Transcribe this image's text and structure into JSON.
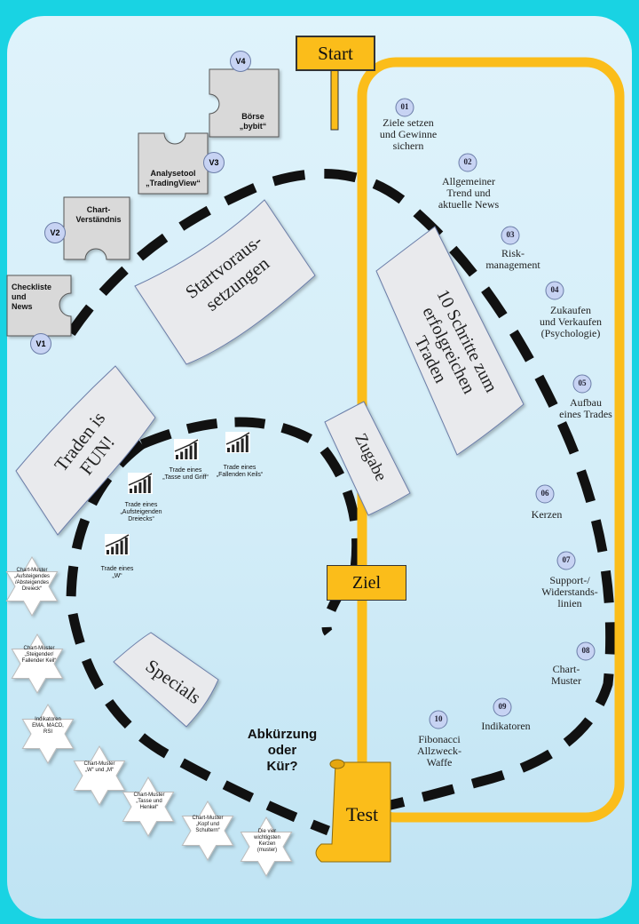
{
  "start_label": "Start",
  "ziel_label": "Ziel",
  "test_label": "Test",
  "shortcut": {
    "line1": "Abkürzung",
    "line2": "oder",
    "line3": "Kür?"
  },
  "banners": {
    "start": {
      "line1": "Startvoraus-",
      "line2": "setzungen"
    },
    "steps": {
      "line1": "10 Schritte zum",
      "line2": "erfolgreichen",
      "line3": "Traden"
    },
    "fun": {
      "line1": "Traden is",
      "line2": "FUN!"
    },
    "zugabe": "Zugabe",
    "specials": "Specials"
  },
  "puzzles": {
    "v4": {
      "badge": "V4",
      "line1": "Börse",
      "line2": "„bybit“"
    },
    "v3": {
      "badge": "V3",
      "line1": "Analysetool",
      "line2": "„TradingView“"
    },
    "v2": {
      "badge": "V2",
      "line1": "Chart-",
      "line2": "Verständnis"
    },
    "v1": {
      "badge": "V1",
      "line1": "Checkliste",
      "line2": "und",
      "line3": "News"
    }
  },
  "steps": [
    {
      "num": "01",
      "l1": "Ziele setzen",
      "l2": "und Gewinne",
      "l3": "sichern"
    },
    {
      "num": "02",
      "l1": "Allgemeiner",
      "l2": "Trend und",
      "l3": "aktuelle News"
    },
    {
      "num": "03",
      "l1": "Risk-",
      "l2": "management"
    },
    {
      "num": "04",
      "l1": "Zukaufen",
      "l2": "und Verkaufen",
      "l3": "(Psychologie)"
    },
    {
      "num": "05",
      "l1": "Aufbau",
      "l2": "eines Trades"
    },
    {
      "num": "06",
      "l1": "Kerzen"
    },
    {
      "num": "07",
      "l1": "Support-/",
      "l2": "Widerstands-",
      "l3": "linien"
    },
    {
      "num": "08",
      "l1": "Chart-",
      "l2": "Muster"
    },
    {
      "num": "09",
      "l1": "Indikatoren"
    },
    {
      "num": "10",
      "l1": "Fibonacci",
      "l2": "Allzweck-",
      "l3": "Waffe"
    }
  ],
  "trades": [
    {
      "l1": "Trade eines",
      "l2": "„Tasse und Griff“"
    },
    {
      "l1": "Trade eines",
      "l2": "„Fallenden Keils“"
    },
    {
      "l1": "Trade eines",
      "l2": "„Aufsteigenden",
      "l3": "Dreiecks“"
    },
    {
      "l1": "Trade eines",
      "l2": "„W“"
    }
  ],
  "stars": [
    {
      "l1": "Chart-Muster",
      "l2": "„Aufsteigendes",
      "l3": "/Absteigendes Dreieck“"
    },
    {
      "l1": "Chart-Muster",
      "l2": "„Steigender/",
      "l3": "Fallender Keil“"
    },
    {
      "l1": "Indikatoren",
      "l2": "EMA, MACD,",
      "l3": "RSI"
    },
    {
      "l1": "Chart-Muster",
      "l2": "„W“ und „M“"
    },
    {
      "l1": "Chart-Muster",
      "l2": "„Tasse und",
      "l3": "Henkel“"
    },
    {
      "l1": "Chart-Muster",
      "l2": "„Kopf und",
      "l3": "Schultern“"
    },
    {
      "l1": "Die vier",
      "l2": "wichtigsten",
      "l3": "Kerzen",
      "l4": "(muster)"
    }
  ],
  "colors": {
    "background": "#19d3e3",
    "board": "#d8eff9",
    "accent_yellow": "#fbbd1a",
    "dash": "#111111",
    "badge": "#c7d3f3",
    "banner": "#e9eaed"
  },
  "icons": {
    "trade": "candlestick-chart-icon",
    "star": "six-pointed-star-icon",
    "puzzle": "puzzle-piece-icon",
    "scroll": "scroll-icon"
  }
}
